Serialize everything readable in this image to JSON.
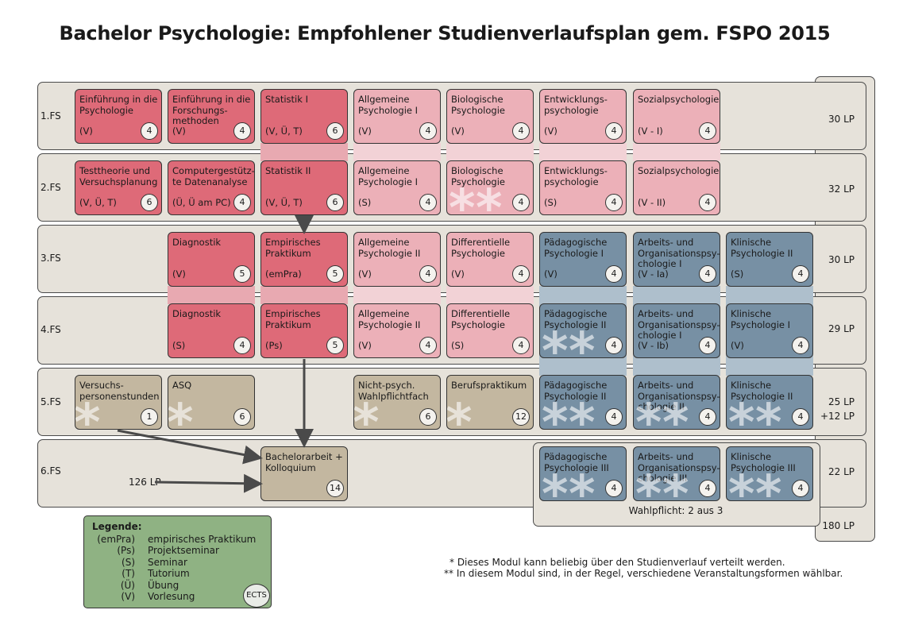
{
  "title": "Bachelor Psychologie: Empfohlener Studienverlaufsplan gem. FSPO 2015",
  "semesters": [
    {
      "label": "1.FS",
      "lp": "30 LP"
    },
    {
      "label": "2.FS",
      "lp": "32 LP"
    },
    {
      "label": "3.FS",
      "lp": "30 LP"
    },
    {
      "label": "4.FS",
      "lp": "29 LP"
    },
    {
      "label": "5.FS",
      "lp": "25 LP",
      "lp_extra": "+12 LP"
    },
    {
      "label": "6.FS",
      "lp": "22 LP"
    }
  ],
  "total_lp": "180 LP",
  "bachelor_input_lp": "126 LP",
  "wahlpflicht_label": "Wahlpflicht: 2 aus 3",
  "modules": {
    "s1": [
      {
        "title": "Einführung in die\nPsychologie",
        "form": "(V)",
        "ects": "4"
      },
      {
        "title": "Einführung in die\nForschungs-\nmethoden",
        "form": "(V)",
        "ects": "4"
      },
      {
        "title": "Statistik I",
        "form": "(V, Ü, T)",
        "ects": "6"
      },
      {
        "title": "Allgemeine\nPsychologie I",
        "form": "(V)",
        "ects": "4"
      },
      {
        "title": "Biologische\nPsychologie",
        "form": "(V)",
        "ects": "4"
      },
      {
        "title": "Entwicklungs-\npsychologie",
        "form": "(V)",
        "ects": "4"
      },
      {
        "title": "Sozialpsychologie",
        "form": "(V - I)",
        "ects": "4"
      }
    ],
    "s2": [
      {
        "title": "Testtheorie und\nVersuchsplanung",
        "form": "(V, Ü, T)",
        "ects": "6"
      },
      {
        "title": "Computergestütz-\nte Datenanalyse",
        "form": "(Ü, Ü am PC)",
        "ects": "4"
      },
      {
        "title": "Statistik II",
        "form": "(V, Ü, T)",
        "ects": "6"
      },
      {
        "title": "Allgemeine\nPsychologie I",
        "form": "(S)",
        "ects": "4"
      },
      {
        "title": "Biologische\nPsychologie",
        "form": "",
        "ects": "4"
      },
      {
        "title": "Entwicklungs-\npsychologie",
        "form": "(S)",
        "ects": "4"
      },
      {
        "title": "Sozialpsychologie",
        "form": "(V - II)",
        "ects": "4"
      }
    ],
    "s3": [
      {
        "title": "Diagnostik",
        "form": "(V)",
        "ects": "5"
      },
      {
        "title": "Empirisches\nPraktikum",
        "form": "(emPra)",
        "ects": "5"
      },
      {
        "title": "Allgemeine\nPsychologie II",
        "form": "(V)",
        "ects": "4"
      },
      {
        "title": "Differentielle\nPsychologie",
        "form": "(V)",
        "ects": "4"
      },
      {
        "title": "Pädagogische\nPsychologie I",
        "form": "(V)",
        "ects": "4"
      },
      {
        "title": "Arbeits- und\nOrganisationspsy-\nchologie I",
        "form": "(V - Ia)",
        "ects": "4"
      },
      {
        "title": "Klinische\nPsychologie II",
        "form": "(S)",
        "ects": "4"
      }
    ],
    "s4": [
      {
        "title": "Diagnostik",
        "form": "(S)",
        "ects": "4"
      },
      {
        "title": "Empirisches\nPraktikum",
        "form": "(Ps)",
        "ects": "5"
      },
      {
        "title": "Allgemeine\nPsychologie II",
        "form": "(V)",
        "ects": "4"
      },
      {
        "title": "Differentielle\nPsychologie",
        "form": "(S)",
        "ects": "4"
      },
      {
        "title": "Pädagogische\nPsychologie II",
        "form": "",
        "ects": "4"
      },
      {
        "title": "Arbeits- und\nOrganisationspsy-\nchologie I",
        "form": "(V - Ib)",
        "ects": "4"
      },
      {
        "title": "Klinische\nPsychologie I",
        "form": "(V)",
        "ects": "4"
      }
    ],
    "s5": [
      {
        "title": "Versuchs-\npersonenstunden",
        "form": "",
        "ects": "1"
      },
      {
        "title": "ASQ",
        "form": "",
        "ects": "6"
      },
      {
        "title": "Nicht-psych.\nWahlpflichtfach",
        "form": "",
        "ects": "6"
      },
      {
        "title": "Berufspraktikum",
        "form": "",
        "ects": "12"
      },
      {
        "title": "Pädagogische\nPsychologie II",
        "form": "",
        "ects": "4"
      },
      {
        "title": "Arbeits- und\nOrganisationspsy-\nchologie II",
        "form": "",
        "ects": "4"
      },
      {
        "title": "Klinische\nPsychologie II",
        "form": "",
        "ects": "4"
      }
    ],
    "s6": [
      {
        "title": "Bachelorarbeit +\nKolloquium",
        "form": "",
        "ects": "14"
      },
      {
        "title": "Pädagogische\nPsychologie III",
        "form": "",
        "ects": "4"
      },
      {
        "title": "Arbeits- und\nOrganisationspsy-\nchologie III",
        "form": "",
        "ects": "4"
      },
      {
        "title": "Klinische\nPsychologie III",
        "form": "",
        "ects": "4"
      }
    ]
  },
  "legend": {
    "title": "Legende:",
    "items": [
      {
        "abbr": "(emPra)",
        "desc": "empirisches Praktikum"
      },
      {
        "abbr": "(Ps)",
        "desc": "Projektseminar"
      },
      {
        "abbr": "(S)",
        "desc": "Seminar"
      },
      {
        "abbr": "(T)",
        "desc": "Tutorium"
      },
      {
        "abbr": "(Ü)",
        "desc": "Übung"
      },
      {
        "abbr": "(V)",
        "desc": "Vorlesung"
      }
    ],
    "ects": "ECTS"
  },
  "footnotes": {
    "single": "* Dieses Modul kann beliebig über den Studienverlauf verteilt werden.",
    "double": "** In diesem Modul sind, in der Regel, verschiedene Veranstaltungsformen wählbar."
  },
  "colors": {
    "core_dark": "#de6a78",
    "core_light": "#ecb0b8",
    "elective_blue": "#7790a4",
    "other_tan": "#c3b7a0",
    "legend_green": "#8fb283"
  }
}
